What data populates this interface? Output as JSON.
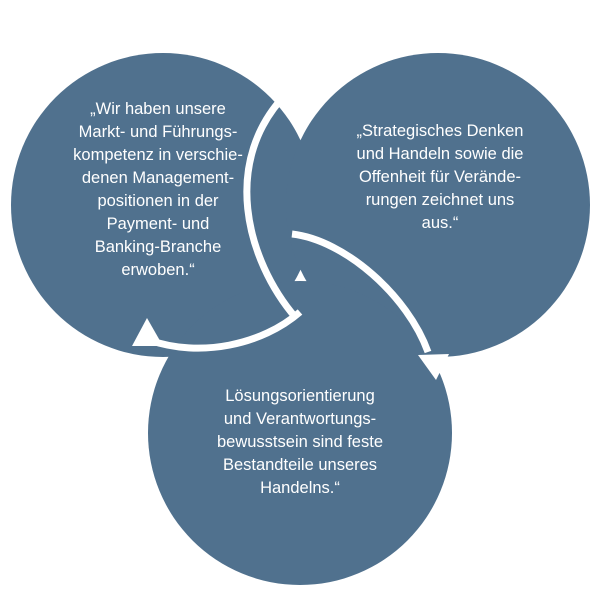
{
  "colors": {
    "circle_fill": "#50718e",
    "arrow": "#ffffff",
    "text": "#ffffff",
    "background": "#ffffff"
  },
  "statements": {
    "left": "„Wir haben unsere\nMarkt- und Führungs-\nkompetenz in verschie-\ndenen Management-\npositionen in der\nPayment- und\nBanking-Branche\nerwoben.“",
    "right": "„Strategisches Denken\nund Handeln sowie die\nOffenheit für Verände-\nrungen zeichnet uns\naus.“",
    "bottom": "Lösungsorientierung\nund Verantwortungs-\nbewusstsein sind feste\nBestandteile unseres\nHandelns.“"
  },
  "arrows": [
    {
      "from": "left",
      "to": "right",
      "icon": "arrowhead-icon"
    },
    {
      "from": "right",
      "to": "bottom",
      "icon": "arrowhead-icon"
    },
    {
      "from": "bottom",
      "to": "left",
      "icon": "arrowhead-icon"
    }
  ]
}
